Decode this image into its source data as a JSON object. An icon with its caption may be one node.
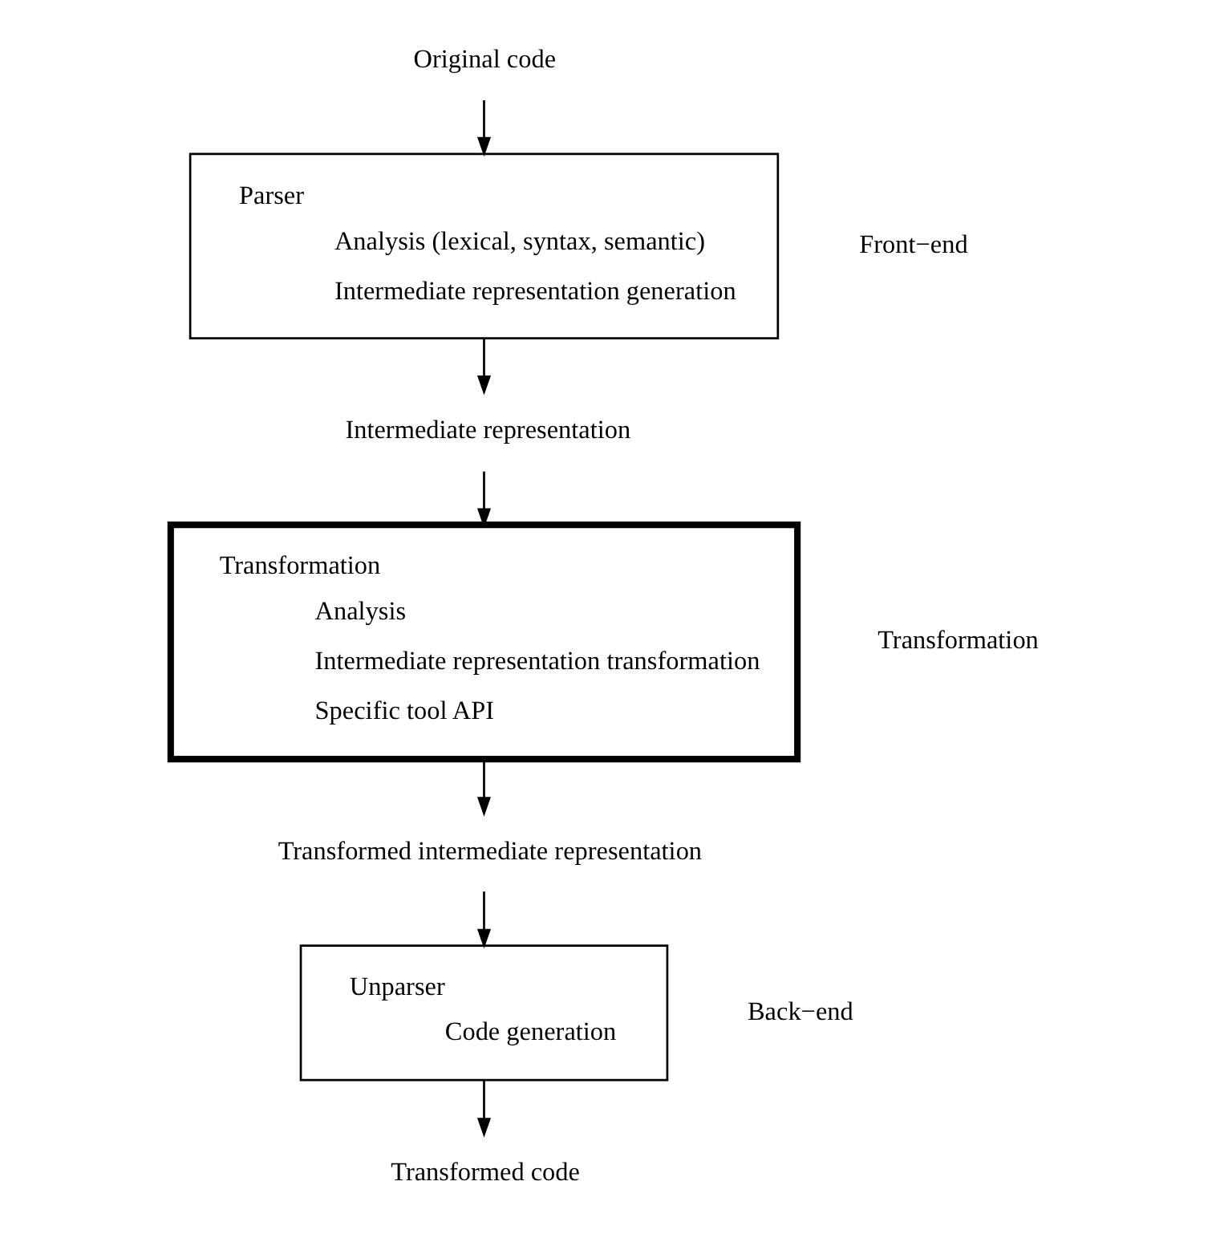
{
  "diagram": {
    "nodes": [
      {
        "text": [
          "Original code"
        ]
      },
      {
        "text": [
          "Parser",
          "Analysis (lexical, syntax, semantic)",
          "Intermediate representation generation"
        ],
        "beside": [
          "Front−end"
        ]
      },
      {
        "text": [
          "Intermediate representation"
        ]
      },
      {
        "text": [
          "Transformation",
          "Analysis",
          "Intermediate representation transformation",
          "Specific tool API"
        ],
        "beside": [
          "Transformation"
        ]
      },
      {
        "text": [
          "Transformed intermediate representation"
        ]
      },
      {
        "text": [
          "Unparser",
          "Code generation"
        ],
        "beside": [
          "Back−end"
        ]
      },
      {
        "text": [
          "Transformed code"
        ]
      }
    ],
    "edges": [
      {
        "from": 0,
        "to": 1,
        "arrow": "to"
      },
      {
        "from": 1,
        "to": 2,
        "arrow": "to"
      },
      {
        "from": 2,
        "to": 3,
        "arrow": "to"
      },
      {
        "from": 3,
        "to": 4,
        "arrow": "to"
      },
      {
        "from": 4,
        "to": 5,
        "arrow": "to"
      },
      {
        "from": 5,
        "to": 6,
        "arrow": "to"
      }
    ]
  }
}
